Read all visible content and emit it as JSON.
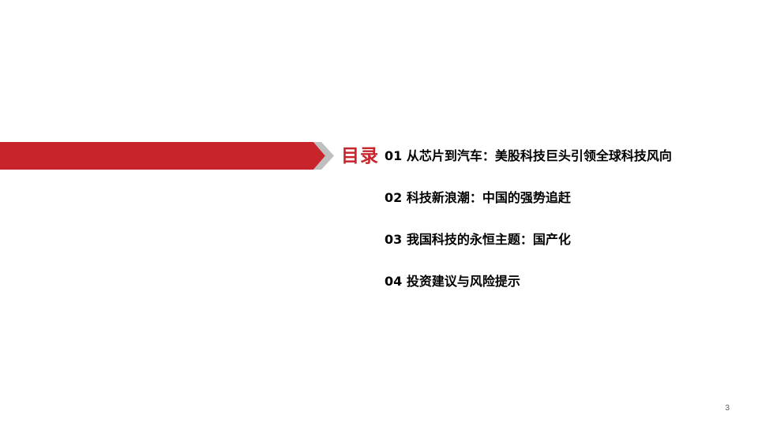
{
  "toc": {
    "heading": "目录",
    "items": [
      {
        "label": "01 从芯片到汽车：美股科技巨头引领全球科技风向"
      },
      {
        "label": "02 科技新浪潮：中国的强势追赶"
      },
      {
        "label": "03 我国科技的永恒主题：国产化"
      },
      {
        "label": "04 投资建议与风险提示"
      }
    ]
  },
  "footer": {
    "page_number": "3"
  },
  "colors": {
    "accent_red": "#C8242B",
    "chevron_gray": "#BFBFBF"
  }
}
